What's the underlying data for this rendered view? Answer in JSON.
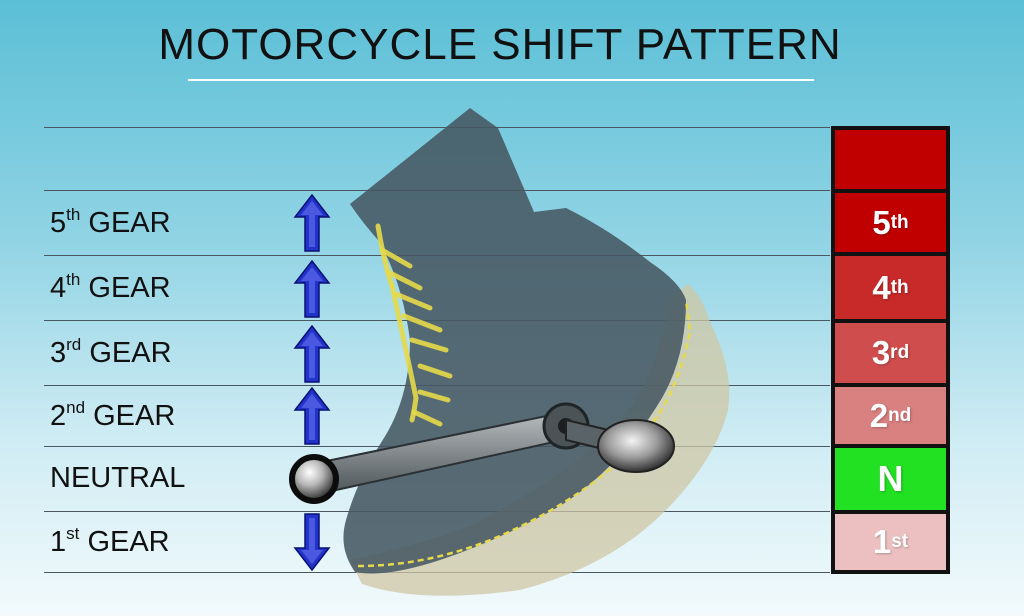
{
  "title": "MOTORCYCLE SHIFT PATTERN",
  "gears": [
    {
      "base": "5",
      "sup": "th",
      "word": "GEAR",
      "direction": "up"
    },
    {
      "base": "4",
      "sup": "th",
      "word": "GEAR",
      "direction": "up"
    },
    {
      "base": "3",
      "sup": "rd",
      "word": "GEAR",
      "direction": "up"
    },
    {
      "base": "2",
      "sup": "nd",
      "word": "GEAR",
      "direction": "up"
    },
    {
      "base": "NEUTRAL",
      "sup": "",
      "word": "",
      "direction": "none"
    },
    {
      "base": "1",
      "sup": "st",
      "word": "GEAR",
      "direction": "down"
    }
  ],
  "indicator": [
    {
      "base": "",
      "sup": "",
      "color": "#c00000"
    },
    {
      "base": "5",
      "sup": "th",
      "color": "#c00000"
    },
    {
      "base": "4",
      "sup": "th",
      "color": "#c82a2a"
    },
    {
      "base": "3",
      "sup": "rd",
      "color": "#cf4d4d"
    },
    {
      "base": "2",
      "sup": "nd",
      "color": "#d98080"
    },
    {
      "base": "N",
      "sup": "",
      "color": "#22e022"
    },
    {
      "base": "1",
      "sup": "st",
      "color": "#ecc0c0"
    }
  ],
  "colors": {
    "arrow": "#2233cc",
    "boot": "#465862",
    "sole": "#cfc7a4",
    "laces": "#e6d94a",
    "lever": "#5a6468"
  }
}
